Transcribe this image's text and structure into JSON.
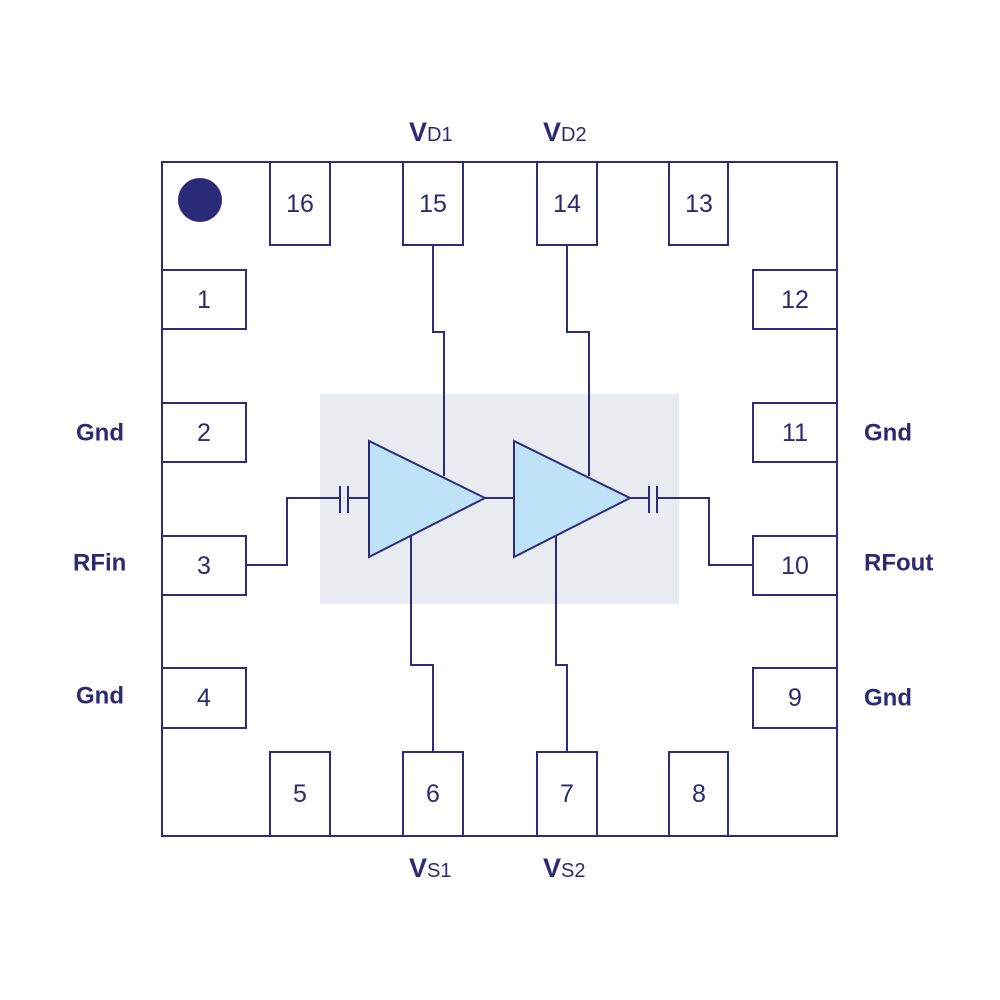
{
  "diagram": {
    "type": "IC pinout",
    "colors": {
      "line": "#2e2b7c",
      "text": "#2b2a72",
      "amplifier_fill": "#bee3f8",
      "die_fill": "#e8ebef",
      "pin1_marker": "#2b2a78"
    },
    "pins": {
      "p1": "1",
      "p2": "2",
      "p3": "3",
      "p4": "4",
      "p5": "5",
      "p6": "6",
      "p7": "7",
      "p8": "8",
      "p9": "9",
      "p10": "10",
      "p11": "11",
      "p12": "12",
      "p13": "13",
      "p14": "14",
      "p15": "15",
      "p16": "16"
    },
    "signals": {
      "pin2": "Gnd",
      "pin3": "RFin",
      "pin4": "Gnd",
      "pin9": "Gnd",
      "pin10": "RFout",
      "pin11": "Gnd",
      "pin15": {
        "main": "V",
        "sub": "D1"
      },
      "pin14": {
        "main": "V",
        "sub": "D2"
      },
      "pin6": {
        "main": "V",
        "sub": "S1"
      },
      "pin7": {
        "main": "V",
        "sub": "S2"
      }
    },
    "components": [
      "input-dc-block-capacitor",
      "amplifier-stage-1",
      "amplifier-stage-2",
      "output-dc-block-capacitor"
    ]
  }
}
